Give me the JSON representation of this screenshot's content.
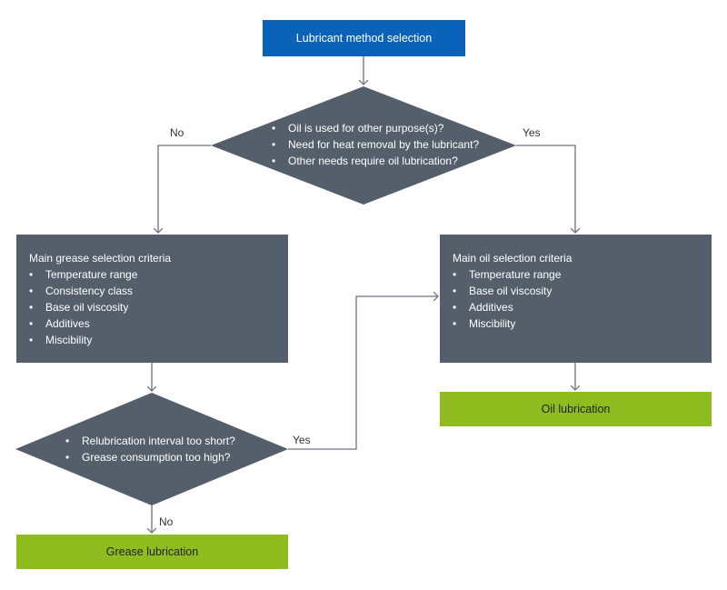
{
  "start": {
    "label": "Lubricant method selection"
  },
  "decision_1": {
    "items": [
      "Oil is used for other purpose(s)?",
      "Need for heat removal by the lubricant?",
      "Other needs require oil lubrication?"
    ],
    "no_label": "No",
    "yes_label": "Yes"
  },
  "grease_criteria": {
    "title": "Main grease selection criteria",
    "items": [
      "Temperature range",
      "Consistency class",
      "Base oil viscosity",
      "Additives",
      "Miscibility"
    ]
  },
  "oil_criteria": {
    "title": "Main oil selection criteria",
    "items": [
      "Temperature range",
      "Base oil viscosity",
      "Additives",
      "Miscibility"
    ]
  },
  "decision_2": {
    "items": [
      "Relubrication interval too short?",
      "Grease consumption too high?"
    ],
    "yes_label": "Yes",
    "no_label": "No"
  },
  "oil_result": {
    "label": "Oil lubrication"
  },
  "grease_result": {
    "label": "Grease lubrication"
  },
  "colors": {
    "start_fill": "#0a63b8",
    "node_fill": "#555f6c",
    "result_fill": "#8fbd1f",
    "connector": "#6b7480"
  }
}
